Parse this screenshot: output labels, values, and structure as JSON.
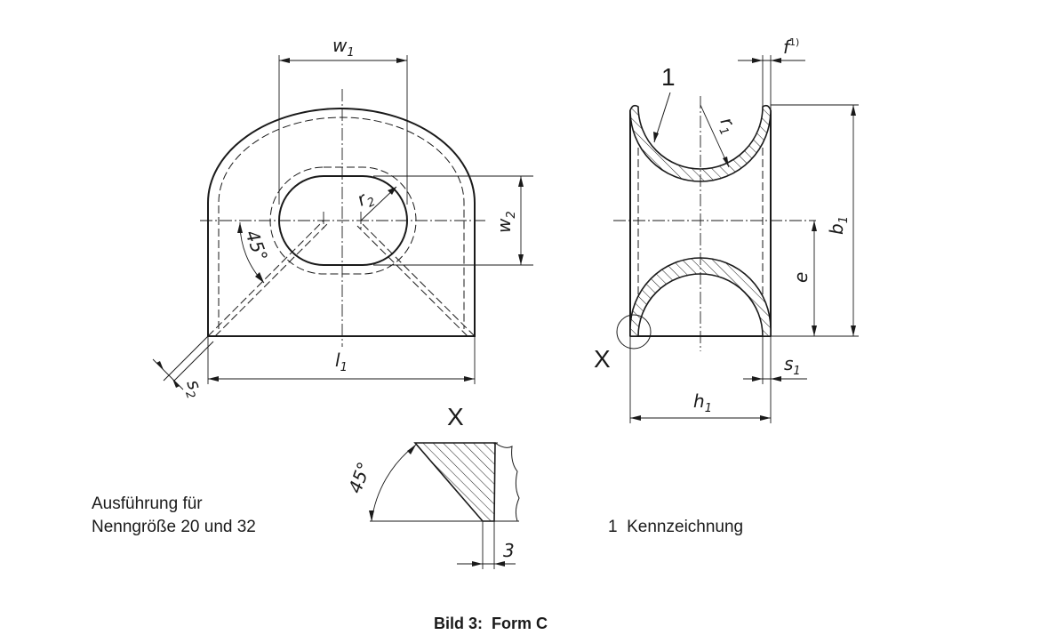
{
  "caption": "Bild 3:  Form C",
  "front_view": {
    "label_w1": "w",
    "label_w1_sub": "1",
    "label_w2": "w",
    "label_w2_sub": "2",
    "label_r2": "r",
    "label_r2_sub": "2",
    "label_angle": "45°",
    "label_l1": "l",
    "label_l1_sub": "1",
    "label_s2": "s",
    "label_s2_sub": "2"
  },
  "side_view": {
    "label_f": "f",
    "label_f_sup": "1)",
    "label_r1": "r",
    "label_r1_sub": "1",
    "label_b1": "b",
    "label_b1_sub": "1",
    "label_e": "e",
    "label_s1": "s",
    "label_s1_sub": "1",
    "label_h1": "h",
    "label_h1_sub": "1",
    "detail_marker": "X",
    "item_number": "1"
  },
  "detail_view": {
    "title": "X",
    "label_angle": "45°",
    "label_3": "3"
  },
  "notes": {
    "execution_line1": "Ausführung für",
    "execution_line2": "Nenngröße 20 und 32",
    "legend": "1  Kennzeichnung"
  }
}
